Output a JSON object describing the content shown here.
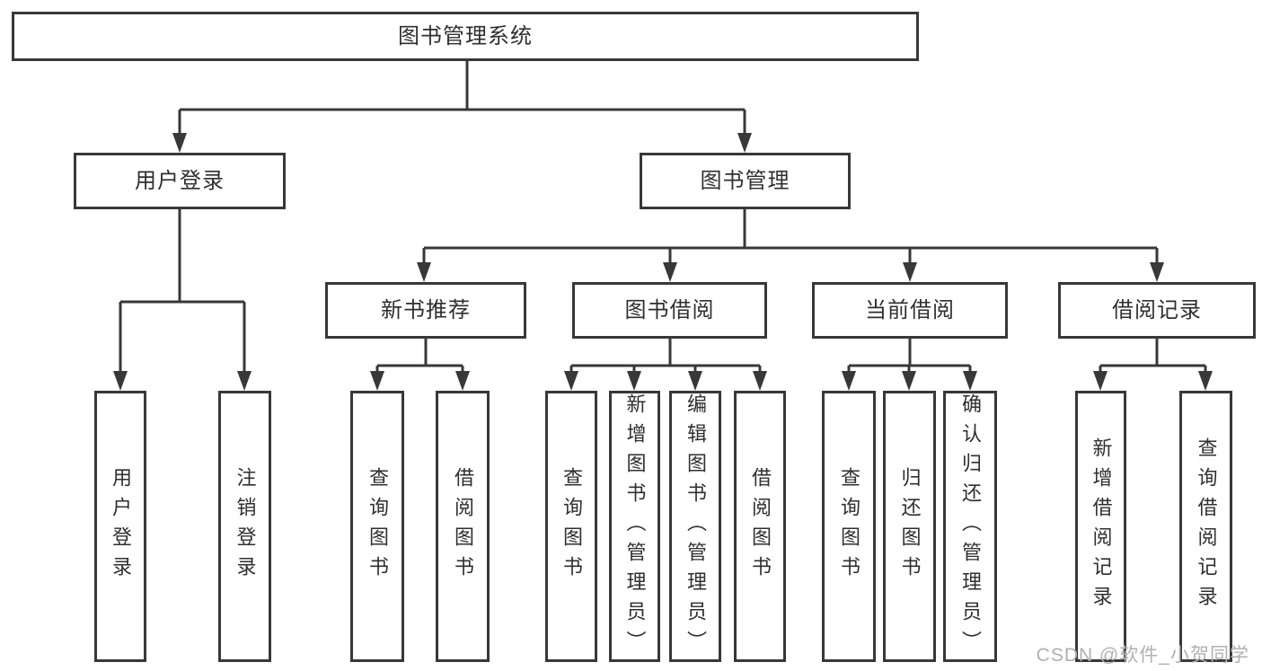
{
  "colors": {
    "line": "#383838",
    "text": "#2f2f2f",
    "background": "#ffffff",
    "watermark": "#b0b0b0"
  },
  "nodes": {
    "root": {
      "label": "图书管理系统"
    },
    "user_login": {
      "label": "用户登录"
    },
    "book_mgmt": {
      "label": "图书管理"
    },
    "new_book_rec": {
      "label": "新书推荐"
    },
    "book_borrow": {
      "label": "图书借阅"
    },
    "current_borrow": {
      "label": "当前借阅"
    },
    "borrow_records": {
      "label": "借阅记录"
    },
    "leaf_user_login": {
      "label": "用户登录"
    },
    "leaf_logout": {
      "label": "注销登录"
    },
    "rec_query_book": {
      "label": "查询图书"
    },
    "rec_borrow_book": {
      "label": "借阅图书"
    },
    "bor_query_book": {
      "label": "查询图书"
    },
    "bor_add_book": {
      "label": "新增图书（管理员）"
    },
    "bor_edit_book": {
      "label": "编辑图书（管理员）"
    },
    "bor_borrow_book": {
      "label": "借阅图书"
    },
    "cur_query_book": {
      "label": "查询图书"
    },
    "cur_return_book": {
      "label": "归还图书"
    },
    "cur_confirm_return": {
      "label": "确认归还（管理员）"
    },
    "log_add_record": {
      "label": "新增借阅记录"
    },
    "log_query_record": {
      "label": "查询借阅记录"
    }
  },
  "hierarchy": {
    "root": [
      "user_login",
      "book_mgmt"
    ],
    "user_login": [
      "leaf_user_login",
      "leaf_logout"
    ],
    "book_mgmt": [
      "new_book_rec",
      "book_borrow",
      "current_borrow",
      "borrow_records"
    ],
    "new_book_rec": [
      "rec_query_book",
      "rec_borrow_book"
    ],
    "book_borrow": [
      "bor_query_book",
      "bor_add_book",
      "bor_edit_book",
      "bor_borrow_book"
    ],
    "current_borrow": [
      "cur_query_book",
      "cur_return_book",
      "cur_confirm_return"
    ],
    "borrow_records": [
      "log_add_record",
      "log_query_record"
    ]
  },
  "watermark": {
    "text": "CSDN @软件_小贺同学"
  }
}
